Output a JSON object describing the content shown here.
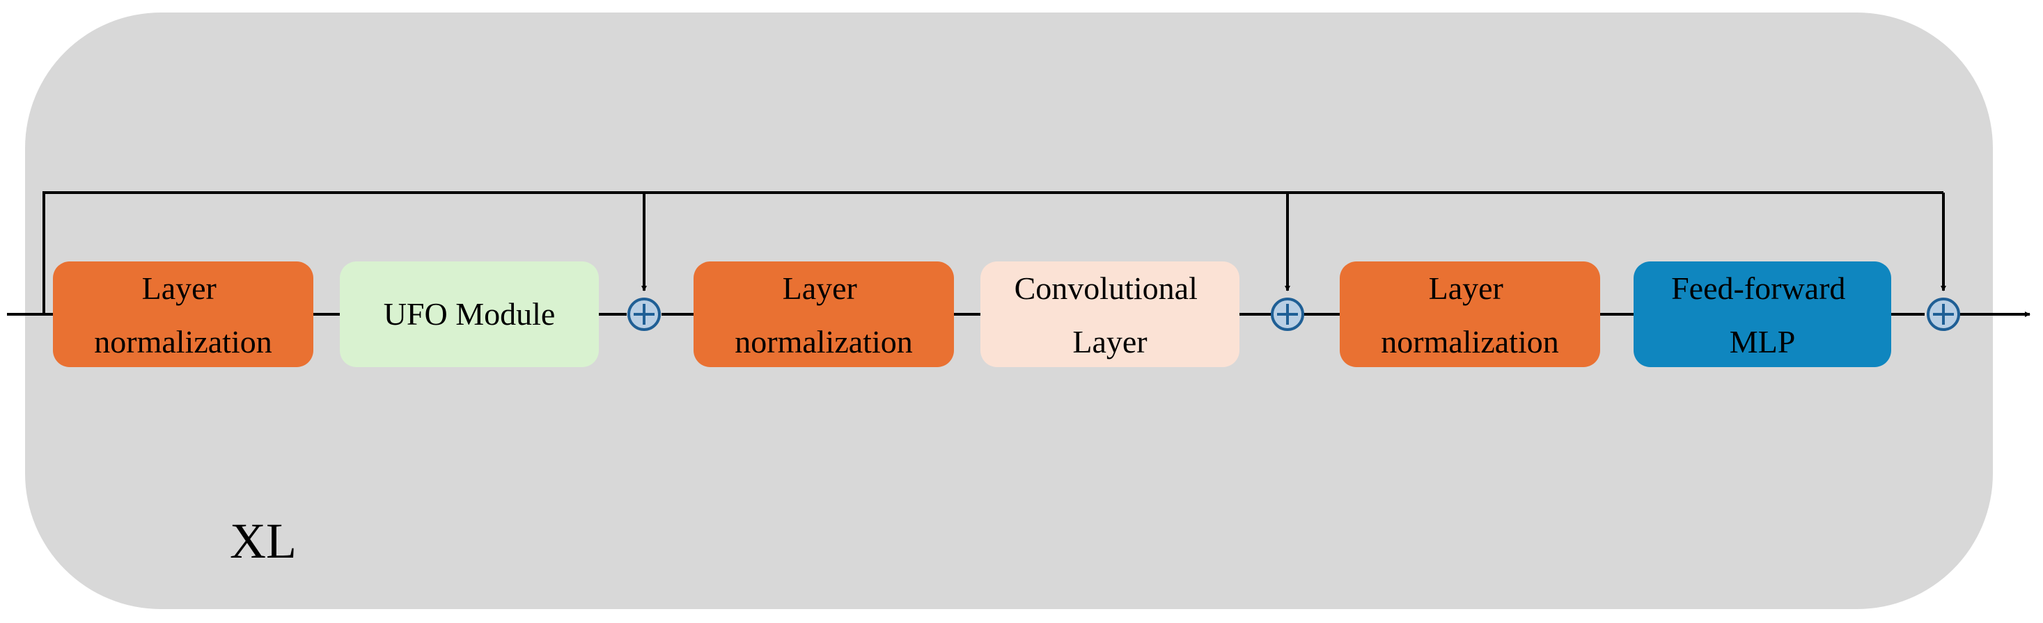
{
  "blocks": [
    {
      "id": "ln1",
      "lines": [
        "Layer",
        "normalization"
      ],
      "fill": "#e97132"
    },
    {
      "id": "ufo",
      "lines": [
        "UFO Module"
      ],
      "fill": "#d9f2d0"
    },
    {
      "id": "ln2",
      "lines": [
        "Layer",
        "normalization"
      ],
      "fill": "#e97132"
    },
    {
      "id": "conv",
      "lines": [
        "Convolutional",
        "Layer"
      ],
      "fill": "#fbe2d5"
    },
    {
      "id": "ln3",
      "lines": [
        "Layer",
        "normalization"
      ],
      "fill": "#e97132"
    },
    {
      "id": "mlp",
      "lines": [
        "Feed-forward",
        "MLP"
      ],
      "fill": "#0f86bf"
    }
  ],
  "adders": 3,
  "block_label": "XL",
  "colors": {
    "background_panel": "#d8d8d8",
    "line": "#000000",
    "adder_fill": "#b9cfe4",
    "adder_stroke": "#1f5f95"
  }
}
